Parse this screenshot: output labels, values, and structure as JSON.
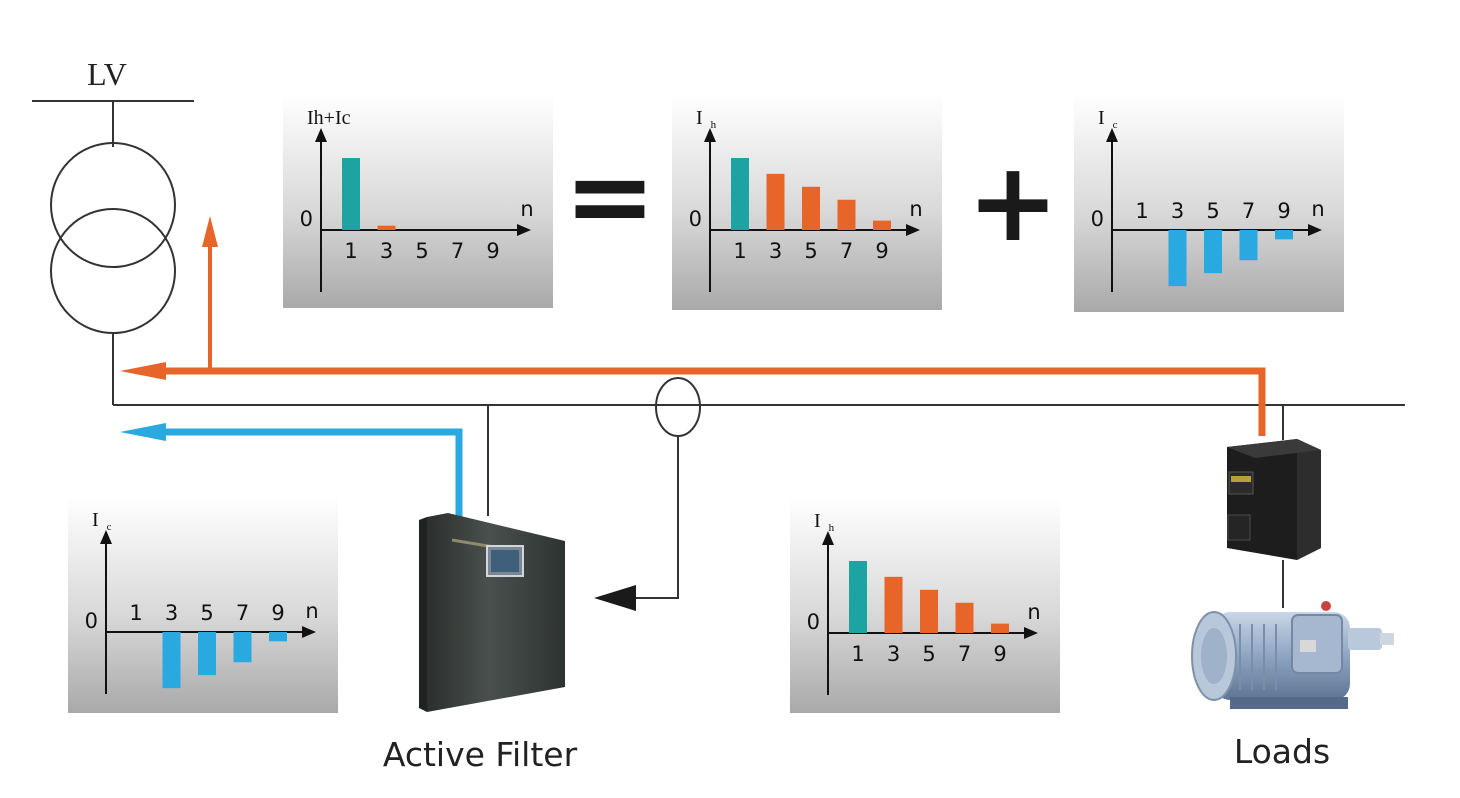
{
  "supply_label": "LV",
  "filter_label": "Active Filter",
  "loads_label": "Loads",
  "operators": {
    "equals": "=",
    "plus": "+"
  },
  "colors": {
    "harmonic_orange": "#E8652A",
    "compensation_blue": "#2AA8E0",
    "fundamental_teal": "#1EA3A3",
    "line": "#333333",
    "arrow_dark": "#1a1a1a"
  },
  "icons": [
    "transformer-icon",
    "current-sensor-icon",
    "active-filter-cabinet-icon",
    "drive-unit-icon",
    "motor-icon"
  ],
  "chart_data": [
    {
      "id": "ih-plus-ic",
      "type": "bar",
      "ylabel_main": "Ih+Ic",
      "origin_label": "0",
      "xlabel": "n",
      "categories": [
        "1",
        "3",
        "5",
        "7",
        "9"
      ],
      "values": [
        1.0,
        0.06,
        0,
        0,
        0
      ],
      "bar_colors": [
        "#1EA3A3",
        "#E8652A",
        "#E8652A",
        "#E8652A",
        "#E8652A"
      ],
      "ylim": [
        -1.1,
        1.1
      ],
      "tick_labels_above_axis": false
    },
    {
      "id": "ih-top",
      "type": "bar",
      "ylabel_main": "I",
      "ylabel_sub": "h",
      "origin_label": "0",
      "xlabel": "n",
      "categories": [
        "1",
        "3",
        "5",
        "7",
        "9"
      ],
      "values": [
        1.0,
        0.78,
        0.6,
        0.42,
        0.13
      ],
      "bar_colors": [
        "#1EA3A3",
        "#E8652A",
        "#E8652A",
        "#E8652A",
        "#E8652A"
      ],
      "ylim": [
        -1.1,
        1.1
      ],
      "tick_labels_above_axis": false
    },
    {
      "id": "ic-top",
      "type": "bar",
      "ylabel_main": "I",
      "ylabel_sub": "c",
      "origin_label": "0",
      "xlabel": "n",
      "categories": [
        "1",
        "3",
        "5",
        "7",
        "9"
      ],
      "values": [
        0,
        -0.78,
        -0.6,
        -0.42,
        -0.13
      ],
      "bar_colors": [
        "#2AA8E0",
        "#2AA8E0",
        "#2AA8E0",
        "#2AA8E0",
        "#2AA8E0"
      ],
      "ylim": [
        -1.1,
        1.1
      ],
      "tick_labels_above_axis": true
    },
    {
      "id": "ic-bottom",
      "type": "bar",
      "ylabel_main": "I",
      "ylabel_sub": "c",
      "origin_label": "0",
      "xlabel": "n",
      "categories": [
        "1",
        "3",
        "5",
        "7",
        "9"
      ],
      "values": [
        0,
        -0.78,
        -0.6,
        -0.42,
        -0.13
      ],
      "bar_colors": [
        "#2AA8E0",
        "#2AA8E0",
        "#2AA8E0",
        "#2AA8E0",
        "#2AA8E0"
      ],
      "ylim": [
        -1.1,
        1.1
      ],
      "tick_labels_above_axis": true
    },
    {
      "id": "ih-bottom",
      "type": "bar",
      "ylabel_main": "I",
      "ylabel_sub": "h",
      "origin_label": "0",
      "xlabel": "n",
      "categories": [
        "1",
        "3",
        "5",
        "7",
        "9"
      ],
      "values": [
        1.0,
        0.78,
        0.6,
        0.42,
        0.13
      ],
      "bar_colors": [
        "#1EA3A3",
        "#E8652A",
        "#E8652A",
        "#E8652A",
        "#E8652A"
      ],
      "ylim": [
        -1.1,
        1.1
      ],
      "tick_labels_above_axis": false
    }
  ]
}
